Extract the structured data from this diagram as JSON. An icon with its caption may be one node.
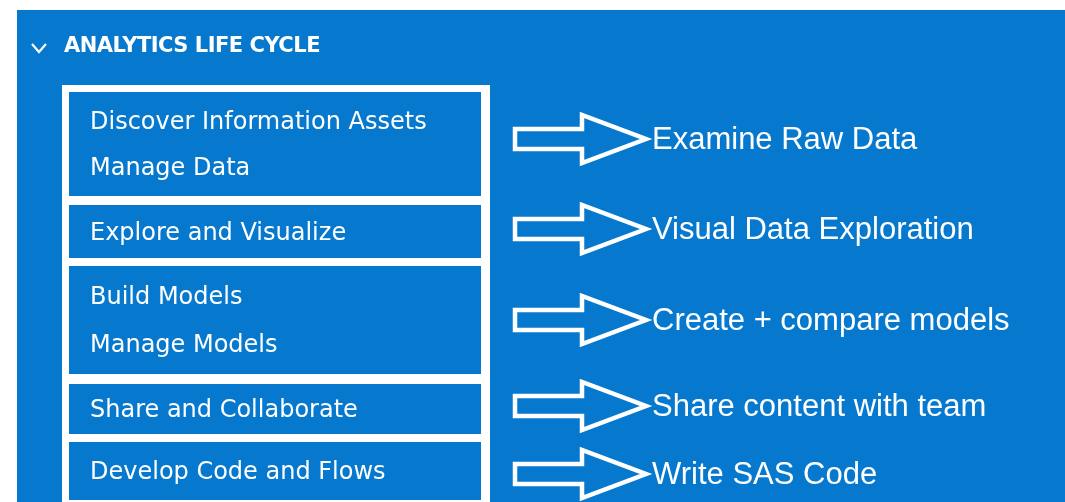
{
  "diagram": {
    "title": "ANALYTICS LIFE CYCLE",
    "nodes": [
      {
        "text": [
          "Discover Information Assets",
          "Manage Data"
        ]
      },
      {
        "text": [
          "Explore and Visualize"
        ]
      },
      {
        "text": [
          "Build Models",
          "Manage Models"
        ]
      },
      {
        "text": [
          "Share and Collaborate"
        ]
      },
      {
        "text": [
          "Develop Code and Flows"
        ]
      },
      {
        "text": [
          "Examine Raw Data"
        ]
      },
      {
        "text": [
          "Visual Data Exploration"
        ]
      },
      {
        "text": [
          "Create + compare models"
        ]
      },
      {
        "text": [
          "Share content with team"
        ]
      },
      {
        "text": [
          "Write SAS Code"
        ]
      }
    ],
    "edges": [
      {
        "from": 0,
        "to": 5,
        "arrow": "to"
      },
      {
        "from": 1,
        "to": 6,
        "arrow": "to"
      },
      {
        "from": 2,
        "to": 7,
        "arrow": "to"
      },
      {
        "from": 3,
        "to": 8,
        "arrow": "to"
      },
      {
        "from": 4,
        "to": 9,
        "arrow": "to"
      }
    ]
  }
}
